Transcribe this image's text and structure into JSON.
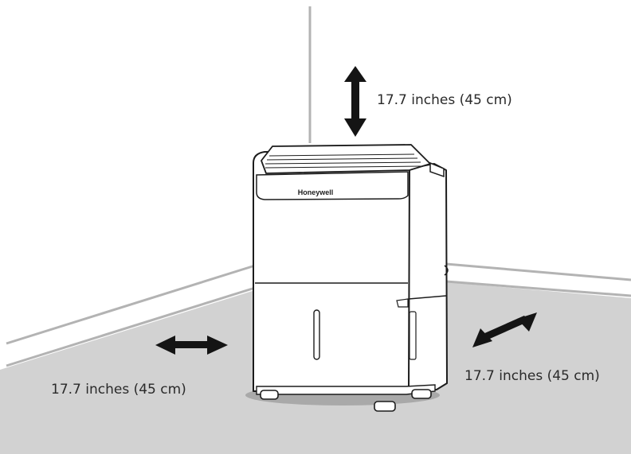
{
  "clearance": {
    "top": "17.7 inches (45 cm)",
    "left": "17.7 inches (45 cm)",
    "right": "17.7 inches (45 cm)"
  },
  "brand": "Honeywell",
  "colors": {
    "floor": "#d2d2d2",
    "wall_line": "#b3b3b3",
    "outline": "#1c1c1c",
    "body": "#ffffff",
    "arrow": "#141414",
    "text": "#2a2a2a"
  },
  "icons": {
    "vertical_arrow": "double-headed-vertical-arrow",
    "horizontal_arrow": "double-headed-horizontal-arrow",
    "diagonal_arrow": "double-headed-diagonal-arrow"
  }
}
